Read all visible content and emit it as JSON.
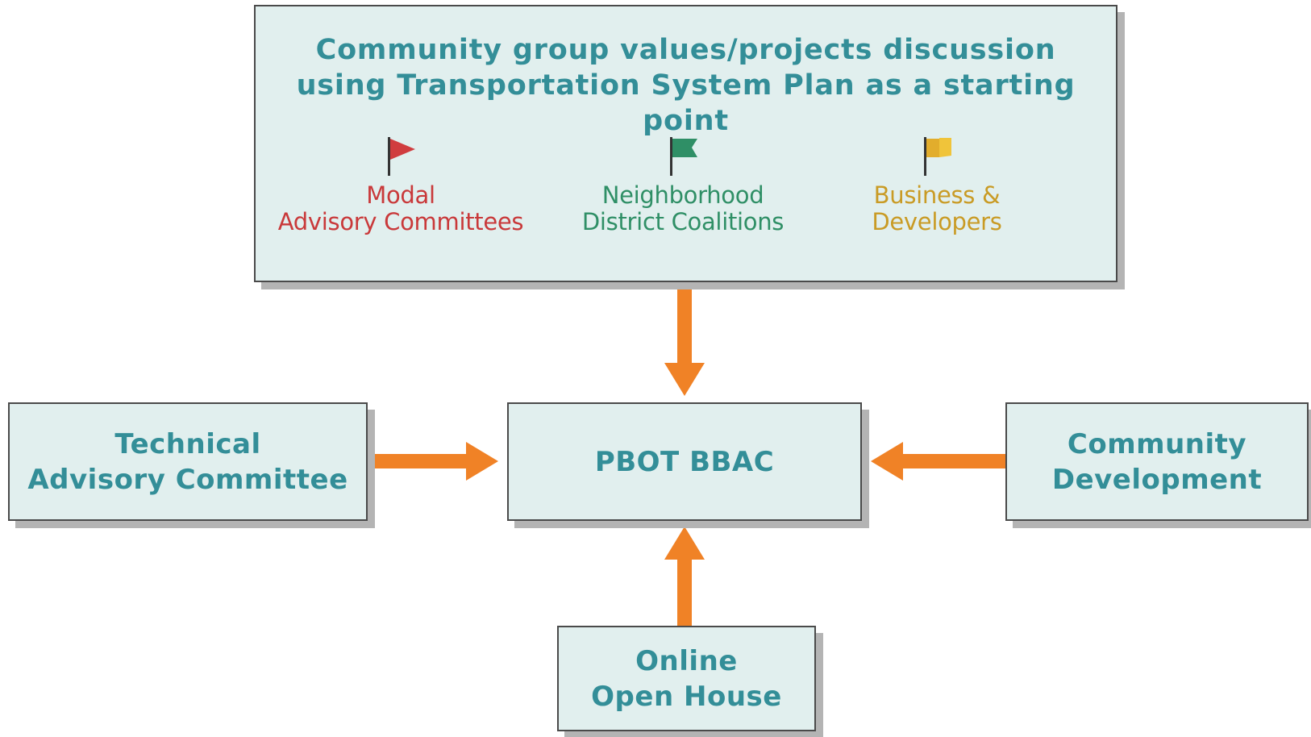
{
  "top": {
    "title_line1": "Community group values/projects discussion",
    "title_line2": "using Transportation System Plan as a starting point",
    "groups": [
      {
        "line1": "Modal",
        "line2": "Advisory Committees",
        "icon": "red-flag-icon",
        "color": "#c9393a"
      },
      {
        "line1": "Neighborhood",
        "line2": "District Coalitions",
        "icon": "green-flag-icon",
        "color": "#2f8f66"
      },
      {
        "line1": "Business &",
        "line2": "Developers",
        "icon": "yellow-flag-icon",
        "color": "#c99b25"
      }
    ]
  },
  "nodes": {
    "technical": {
      "line1": "Technical",
      "line2": "Advisory Committee"
    },
    "center": {
      "label": "PBOT BBAC"
    },
    "community": {
      "line1": "Community",
      "line2": "Development"
    },
    "online": {
      "line1": "Online",
      "line2": "Open House"
    }
  },
  "colors": {
    "box_fill": "#e1efee",
    "box_text": "#338e98",
    "arrow": "#f08226",
    "border": "#4a4a4a"
  }
}
